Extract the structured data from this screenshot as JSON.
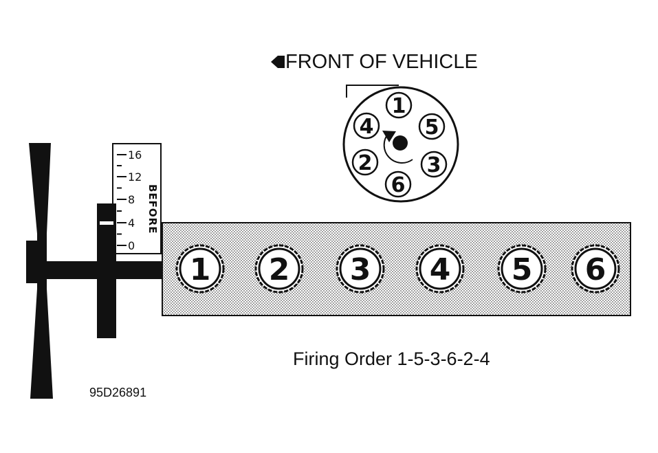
{
  "front_label": "FRONT OF VEHICLE",
  "firing_order_label": "Firing Order 1-5-3-6-2-4",
  "figure_code": "95D26891",
  "timing_scale": {
    "direction_label": "BEFORE",
    "ticks": [
      "16",
      "12",
      "8",
      "4",
      "0"
    ]
  },
  "cylinders": [
    "1",
    "2",
    "3",
    "4",
    "5",
    "6"
  ],
  "distributor_terminals": [
    "1",
    "5",
    "3",
    "6",
    "2",
    "4"
  ],
  "colors": {
    "ink": "#111111",
    "paper": "#ffffff"
  }
}
